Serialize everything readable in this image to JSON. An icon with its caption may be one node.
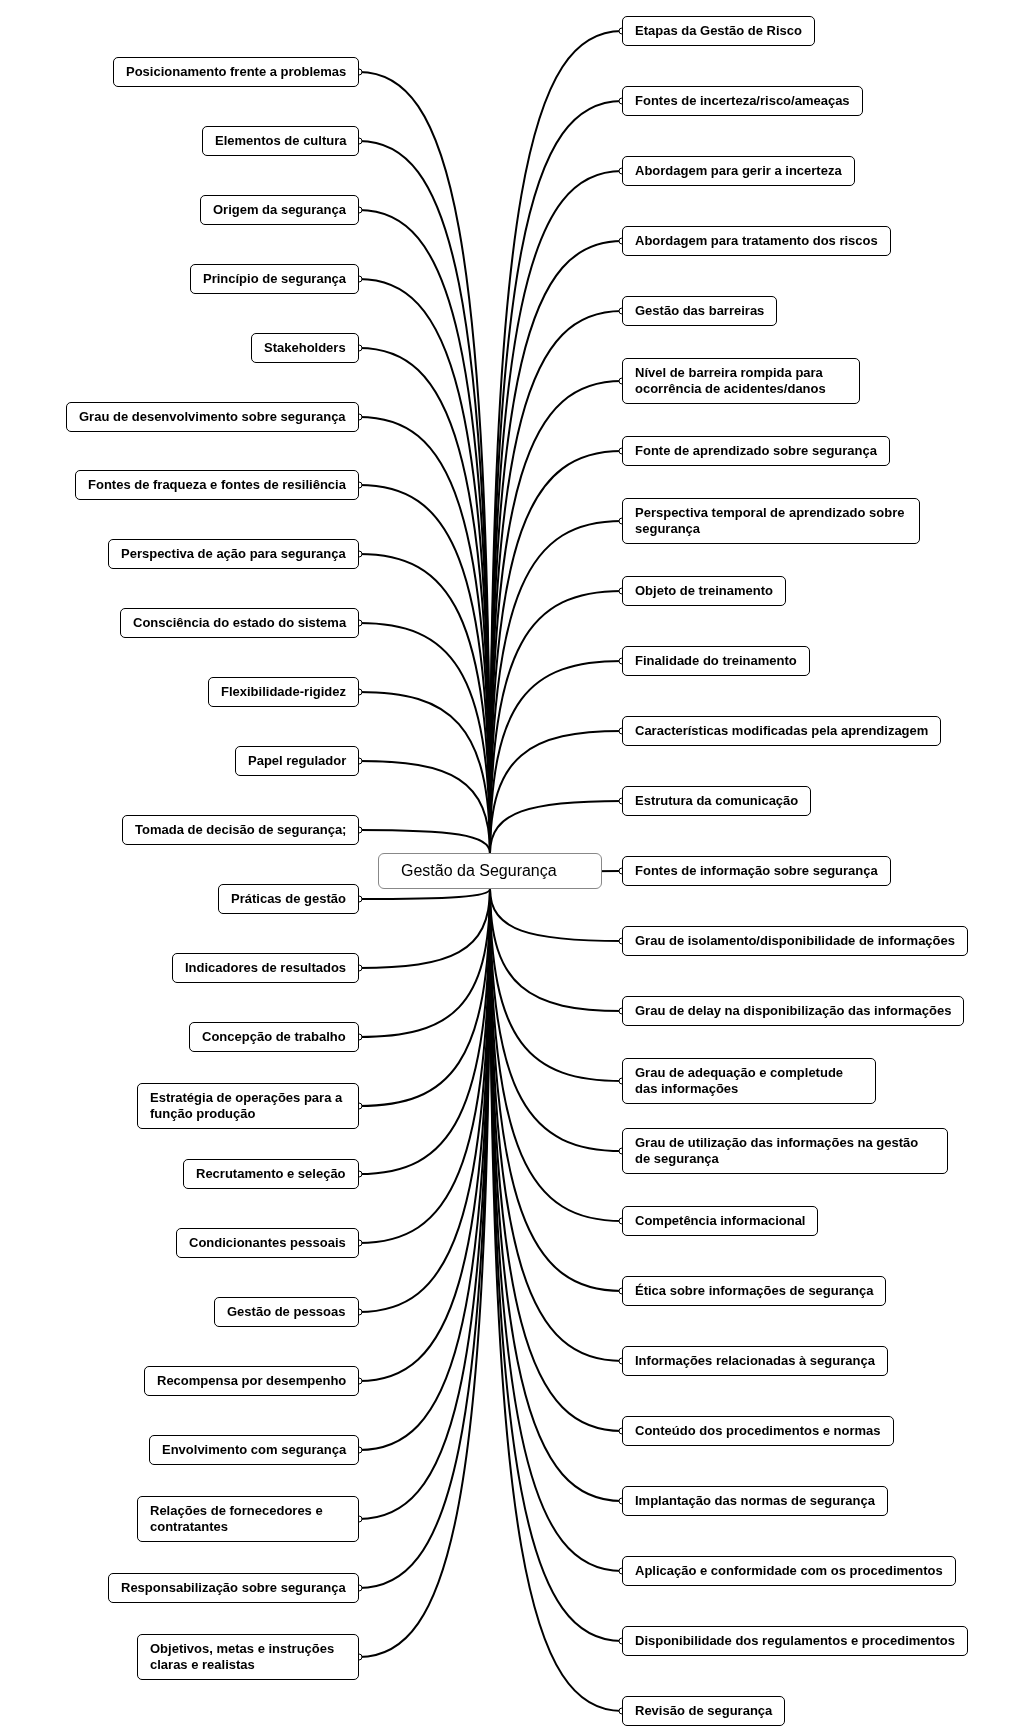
{
  "diagram": {
    "nodes": [
      {
        "text": [
          "Gestão da Segurança"
        ]
      },
      {
        "text": [
          "Posicionamento frente a problemas"
        ]
      },
      {
        "text": [
          "Elementos de cultura"
        ]
      },
      {
        "text": [
          "Origem da segurança"
        ]
      },
      {
        "text": [
          "Princípio de segurança"
        ]
      },
      {
        "text": [
          "Stakeholders"
        ]
      },
      {
        "text": [
          "Grau de desenvolvimento sobre segurança"
        ]
      },
      {
        "text": [
          "Fontes de fraqueza e fontes de resiliência"
        ]
      },
      {
        "text": [
          "Perspectiva de ação para segurança"
        ]
      },
      {
        "text": [
          "Consciência do estado do sistema"
        ]
      },
      {
        "text": [
          "Flexibilidade-rigidez"
        ]
      },
      {
        "text": [
          "Papel regulador"
        ]
      },
      {
        "text": [
          "Tomada de decisão de segurança;"
        ]
      },
      {
        "text": [
          "Práticas de gestão"
        ]
      },
      {
        "text": [
          "Indicadores de resultados"
        ]
      },
      {
        "text": [
          "Concepção de trabalho"
        ]
      },
      {
        "text": [
          "Estratégia de operações para a função produção"
        ]
      },
      {
        "text": [
          "Recrutamento e seleção"
        ]
      },
      {
        "text": [
          "Condicionantes pessoais"
        ]
      },
      {
        "text": [
          "Gestão de pessoas"
        ]
      },
      {
        "text": [
          "Recompensa por desempenho"
        ]
      },
      {
        "text": [
          "Envolvimento com segurança"
        ]
      },
      {
        "text": [
          "Relações de fornecedores e contratantes"
        ]
      },
      {
        "text": [
          "Responsabilização sobre segurança"
        ]
      },
      {
        "text": [
          "Objetivos, metas e instruções claras e realistas"
        ]
      },
      {
        "text": [
          "Etapas da Gestão de Risco"
        ]
      },
      {
        "text": [
          "Fontes de incerteza/risco/ameaças"
        ]
      },
      {
        "text": [
          "Abordagem para gerir a incerteza"
        ]
      },
      {
        "text": [
          "Abordagem para tratamento dos riscos"
        ]
      },
      {
        "text": [
          "Gestão das barreiras"
        ]
      },
      {
        "text": [
          "Nível de barreira rompida para ocorrência de acidentes/danos"
        ]
      },
      {
        "text": [
          "Fonte de aprendizado sobre segurança"
        ]
      },
      {
        "text": [
          "Perspectiva temporal de aprendizado sobre segurança"
        ]
      },
      {
        "text": [
          "Objeto de treinamento"
        ]
      },
      {
        "text": [
          "Finalidade do treinamento"
        ]
      },
      {
        "text": [
          "Características modificadas pela aprendizagem"
        ]
      },
      {
        "text": [
          "Estrutura da comunicação"
        ]
      },
      {
        "text": [
          "Fontes de informação sobre segurança"
        ]
      },
      {
        "text": [
          "Grau de isolamento/disponibilidade de informações"
        ]
      },
      {
        "text": [
          "Grau de delay na disponibilização das informações"
        ]
      },
      {
        "text": [
          "Grau de adequação e completude das informações"
        ]
      },
      {
        "text": [
          "Grau de utilização das informações na gestão de segurança"
        ]
      },
      {
        "text": [
          "Competência informacional"
        ]
      },
      {
        "text": [
          "Ética sobre informações de segurança"
        ]
      },
      {
        "text": [
          "Informações relacionadas à segurança"
        ]
      },
      {
        "text": [
          "Conteúdo dos procedimentos e normas"
        ]
      },
      {
        "text": [
          "Implantação das normas de segurança"
        ]
      },
      {
        "text": [
          "Aplicação e conformidade com os procedimentos"
        ]
      },
      {
        "text": [
          "Disponibilidade dos regulamentos e procedimentos"
        ]
      },
      {
        "text": [
          "Revisão de segurança"
        ]
      }
    ],
    "edges": [
      {
        "from": 0,
        "to": 1,
        "arrow": "other"
      },
      {
        "from": 0,
        "to": 2,
        "arrow": "other"
      },
      {
        "from": 0,
        "to": 3,
        "arrow": "other"
      },
      {
        "from": 0,
        "to": 4,
        "arrow": "other"
      },
      {
        "from": 0,
        "to": 5,
        "arrow": "other"
      },
      {
        "from": 0,
        "to": 6,
        "arrow": "other"
      },
      {
        "from": 0,
        "to": 7,
        "arrow": "other"
      },
      {
        "from": 0,
        "to": 8,
        "arrow": "other"
      },
      {
        "from": 0,
        "to": 9,
        "arrow": "other"
      },
      {
        "from": 0,
        "to": 10,
        "arrow": "other"
      },
      {
        "from": 0,
        "to": 11,
        "arrow": "other"
      },
      {
        "from": 0,
        "to": 12,
        "arrow": "other"
      },
      {
        "from": 0,
        "to": 13,
        "arrow": "other"
      },
      {
        "from": 0,
        "to": 14,
        "arrow": "other"
      },
      {
        "from": 0,
        "to": 15,
        "arrow": "other"
      },
      {
        "from": 0,
        "to": 16,
        "arrow": "other"
      },
      {
        "from": 0,
        "to": 17,
        "arrow": "other"
      },
      {
        "from": 0,
        "to": 18,
        "arrow": "other"
      },
      {
        "from": 0,
        "to": 19,
        "arrow": "other"
      },
      {
        "from": 0,
        "to": 20,
        "arrow": "other"
      },
      {
        "from": 0,
        "to": 21,
        "arrow": "other"
      },
      {
        "from": 0,
        "to": 22,
        "arrow": "other"
      },
      {
        "from": 0,
        "to": 23,
        "arrow": "other"
      },
      {
        "from": 0,
        "to": 24,
        "arrow": "other"
      },
      {
        "from": 0,
        "to": 25,
        "arrow": "other"
      },
      {
        "from": 0,
        "to": 26,
        "arrow": "other"
      },
      {
        "from": 0,
        "to": 27,
        "arrow": "other"
      },
      {
        "from": 0,
        "to": 28,
        "arrow": "other"
      },
      {
        "from": 0,
        "to": 29,
        "arrow": "other"
      },
      {
        "from": 0,
        "to": 30,
        "arrow": "other"
      },
      {
        "from": 0,
        "to": 31,
        "arrow": "other"
      },
      {
        "from": 0,
        "to": 32,
        "arrow": "other"
      },
      {
        "from": 0,
        "to": 33,
        "arrow": "other"
      },
      {
        "from": 0,
        "to": 34,
        "arrow": "other"
      },
      {
        "from": 0,
        "to": 35,
        "arrow": "other"
      },
      {
        "from": 0,
        "to": 36,
        "arrow": "other"
      },
      {
        "from": 0,
        "to": 37,
        "arrow": "other"
      },
      {
        "from": 0,
        "to": 38,
        "arrow": "other"
      },
      {
        "from": 0,
        "to": 39,
        "arrow": "other"
      },
      {
        "from": 0,
        "to": 40,
        "arrow": "other"
      },
      {
        "from": 0,
        "to": 41,
        "arrow": "other"
      },
      {
        "from": 0,
        "to": 42,
        "arrow": "other"
      },
      {
        "from": 0,
        "to": 43,
        "arrow": "other"
      },
      {
        "from": 0,
        "to": 44,
        "arrow": "other"
      },
      {
        "from": 0,
        "to": 45,
        "arrow": "other"
      },
      {
        "from": 0,
        "to": 46,
        "arrow": "other"
      },
      {
        "from": 0,
        "to": 47,
        "arrow": "other"
      },
      {
        "from": 0,
        "to": 48,
        "arrow": "other"
      },
      {
        "from": 0,
        "to": 49,
        "arrow": "other"
      }
    ]
  }
}
